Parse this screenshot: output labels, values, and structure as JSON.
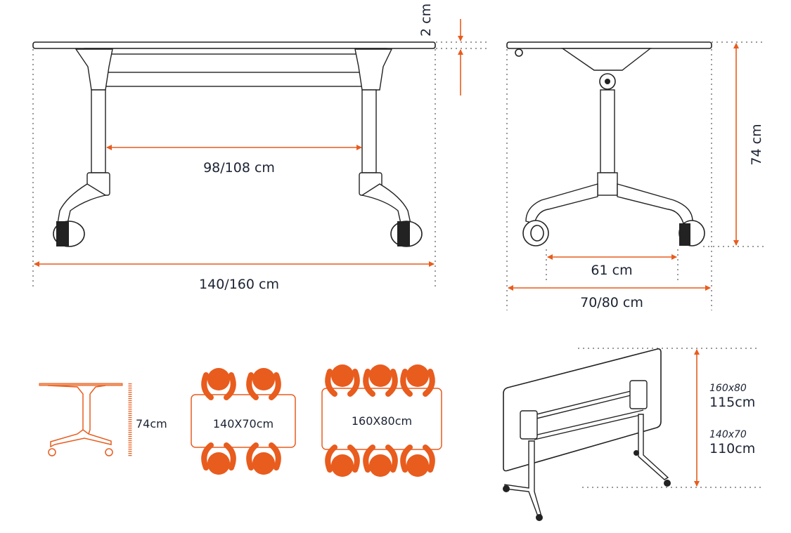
{
  "front_view": {
    "thickness_label": "2 cm",
    "leg_spacing_label": "98/108 cm",
    "width_label": "140/160 cm"
  },
  "side_view": {
    "height_label": "74 cm",
    "caster_span_label": "61 cm",
    "depth_label": "70/80 cm"
  },
  "mini_side": {
    "height_label": "74cm"
  },
  "seating": [
    {
      "label": "140X70cm",
      "seats": 4
    },
    {
      "label": "160X80cm",
      "seats": 6
    }
  ],
  "folded": {
    "sizes": [
      {
        "size": "160x80",
        "height": "115cm"
      },
      {
        "size": "140x70",
        "height": "110cm"
      }
    ]
  },
  "colors": {
    "accent": "#e85c1e",
    "text": "#1b2233",
    "line": "#222222",
    "guide": "#9a9a9a"
  }
}
